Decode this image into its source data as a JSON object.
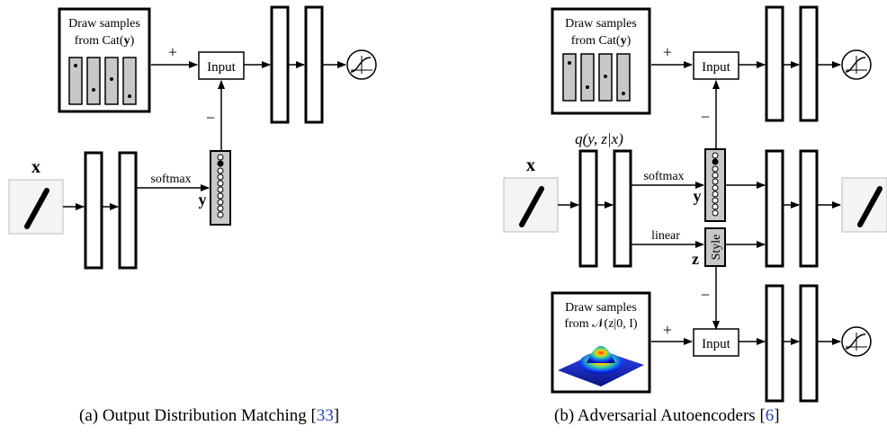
{
  "left": {
    "draw_box": {
      "line1": "Draw samples",
      "line2_prefix": "from Cat(",
      "line2_var": "y",
      "line2_suffix": ")"
    },
    "plus": "+",
    "minus": "−",
    "input_label": "Input",
    "x_label": "x",
    "y_label": "y",
    "softmax_label": "softmax",
    "caption": {
      "text": "(a) Output Distribution Matching [",
      "ref": "33",
      "end": "]"
    }
  },
  "right": {
    "draw_cat_box": {
      "line1": "Draw samples",
      "line2_prefix": "from Cat(",
      "line2_var": "y",
      "line2_suffix": ")"
    },
    "draw_gauss_box": {
      "line1": "Draw samples",
      "line2": "from 𝒩(z|0, I)"
    },
    "plus_top": "+",
    "plus_bottom": "+",
    "minus_top": "−",
    "minus_bottom": "−",
    "input_top": "Input",
    "input_bottom": "Input",
    "encoder_label": "q(y, z|x)",
    "x_label": "x",
    "y_label": "y",
    "z_label": "z",
    "softmax_label": "softmax",
    "linear_label": "linear",
    "style_label": "Style",
    "caption": {
      "text": "(b) Adversarial Autoencoders [",
      "ref": "6",
      "end": "]"
    }
  },
  "colors": {
    "cell_fill": "#c8c8c8",
    "ref_link": "#1f3fbf"
  }
}
